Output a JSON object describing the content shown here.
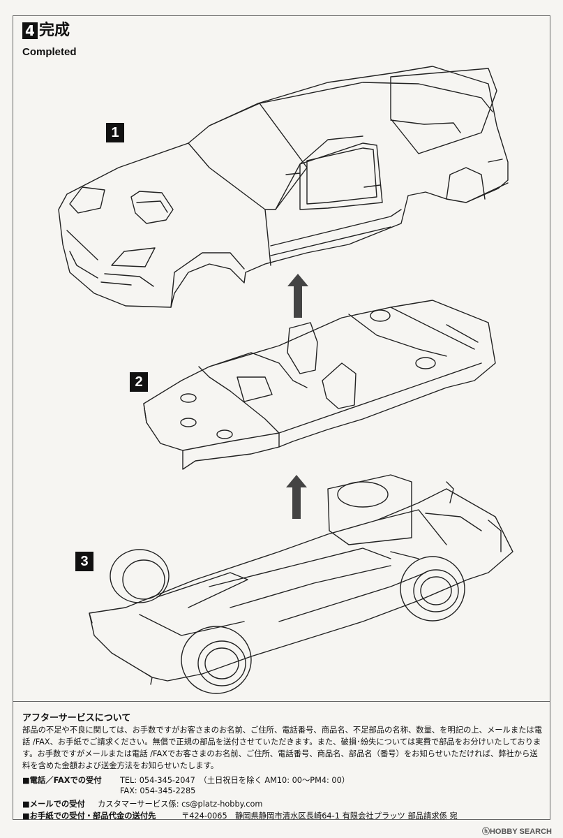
{
  "step": {
    "number": "4",
    "title": "完成",
    "subtitle": "Completed"
  },
  "parts": [
    {
      "number": "1",
      "name": "body"
    },
    {
      "number": "2",
      "name": "interior"
    },
    {
      "number": "3",
      "name": "chassis"
    }
  ],
  "after_service": {
    "title": "アフターサービスについて",
    "body": "部品の不足や不良に関しては、お手数ですがお客さまのお名前、ご住所、電話番号、商品名、不足部品の名称、数量、を明記の上、メールまたは電話 /FAX、お手紙でご請求ください。無償で正規の部品を送付させていただきます。また、破損･紛失については実費で部品をお分けいたしております。お手数ですがメールまたは電話 /FAXでお客さまのお名前、ご住所、電話番号、商品名、部品名（番号）をお知らせいただければ、弊社から送料を含めた金額および送金方法をお知らせいたします。",
    "phone_label": "■電話／FAXでの受付",
    "phone": "TEL: 054-345-2047　（土日祝日を除く AM10: 00〜PM4: 00）",
    "fax": "FAX: 054-345-2285",
    "mail_label": "■メールでの受付",
    "mail": "カスタマーサービス係: cs@platz-hobby.com",
    "post_label": "■お手紙での受付・部品代金の送付先",
    "post": "〒424-0065　静岡県静岡市清水区長崎64-1 有限会社プラッツ 部品請求係 宛"
  },
  "watermark": "ⓗHOBBY SEARCH"
}
